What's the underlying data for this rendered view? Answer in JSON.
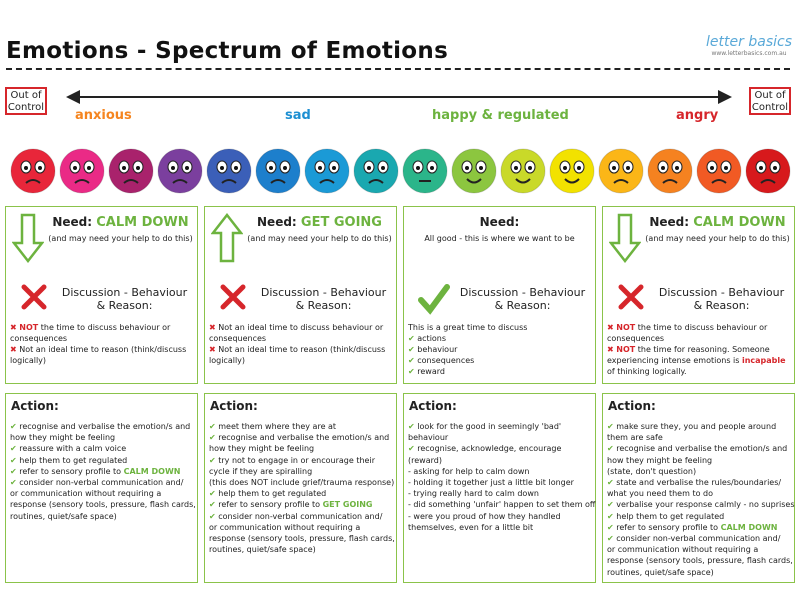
{
  "header": {
    "title": "Emotions - Spectrum of Emotions",
    "brand": "letter basics",
    "brand_url": "www.letterbasics.com.au"
  },
  "spectrum": {
    "left_label_1": "Out of",
    "left_label_2": "Control",
    "right_label_1": "Out of",
    "right_label_2": "Control",
    "emotions": [
      {
        "label": "anxious",
        "color": "#f5851f"
      },
      {
        "label": "sad",
        "color": "#1d8fd2"
      },
      {
        "label": "happy & regulated",
        "color": "#6db33f"
      },
      {
        "label": "angry",
        "color": "#d6262b"
      }
    ]
  },
  "face_colors": [
    "#e8263a",
    "#ea2a86",
    "#a9226c",
    "#7b3f9e",
    "#3b5fb8",
    "#1d7fcc",
    "#1b9ad6",
    "#1aa8b0",
    "#2bb58a",
    "#8cc63f",
    "#c9d929",
    "#f2e200",
    "#fbb617",
    "#f58220",
    "#f15a24",
    "#d7191c"
  ],
  "boxes": [
    {
      "need_label": "Need:",
      "need_keyword": "CALM DOWN",
      "need_sub": "(and may need your help to do this)",
      "disc_1": "Discussion - Behaviour",
      "disc_2": "& Reason:",
      "disc_lines": [
        {
          "strong": "NOT",
          "text": " the time to discuss behaviour or"
        },
        {
          "text": "consequences",
          "indent": true
        },
        {
          "text": "Not an ideal time to reason (think/discuss"
        },
        {
          "text": "logically)",
          "indent": true
        }
      ],
      "action_title": "Action:",
      "actions": [
        {
          "text": "recognise and verbalise the emotion/s and",
          "mark": true
        },
        {
          "text": "how they might be feeling"
        },
        {
          "text": "reassure with a calm voice",
          "mark": true
        },
        {
          "text": "help them to get regulated",
          "mark": true
        },
        {
          "text": "refer to sensory profile to ",
          "kw": "CALM DOWN",
          "mark": true
        },
        {
          "text": "consider non-verbal communication and/",
          "mark": true
        },
        {
          "text": "or communication without requiring a"
        },
        {
          "text": "response (sensory tools, pressure, flash cards,"
        },
        {
          "text": "routines, quiet/safe space)"
        }
      ]
    },
    {
      "need_label": "Need:",
      "need_keyword": "GET GOING",
      "need_sub": "(and may need your help to do this)",
      "disc_1": "Discussion - Behaviour",
      "disc_2": "& Reason:",
      "disc_lines": [
        {
          "text": "Not an ideal time to discuss behaviour or"
        },
        {
          "text": "consequences",
          "indent": true
        },
        {
          "text": "Not an ideal time to reason (think/discuss"
        },
        {
          "text": "logically)",
          "indent": true
        }
      ],
      "action_title": "Action:",
      "actions": [
        {
          "text": "meet them where they are at",
          "mark": true
        },
        {
          "text": "recognise and verbalise the emotion/s and",
          "mark": true
        },
        {
          "text": "how they might be feeling"
        },
        {
          "text": "try not to engage in or encourage their",
          "mark": true
        },
        {
          "text": "cycle if they are spiralling"
        },
        {
          "text": "(this does NOT include grief/trauma response)"
        },
        {
          "text": "help them to get regulated",
          "mark": true
        },
        {
          "text": "refer to sensory profile to ",
          "kw": "GET GOING",
          "mark": true
        },
        {
          "text": "consider non-verbal communication and/",
          "mark": true
        },
        {
          "text": "or communication without requiring a"
        },
        {
          "text": "response (sensory tools, pressure, flash cards,"
        },
        {
          "text": "routines, quiet/safe space)"
        }
      ]
    },
    {
      "need_label": "Need:",
      "need_sub": "All good - this is where we want to be",
      "disc_1": "Discussion - Behaviour",
      "disc_2": "& Reason:",
      "disc_lines": [
        {
          "text": "This is a great time to discuss"
        },
        {
          "text": "actions",
          "mark": true
        },
        {
          "text": "behaviour",
          "mark": true
        },
        {
          "text": "consequences",
          "mark": true
        },
        {
          "text": "reward",
          "mark": true
        }
      ],
      "action_title": "Action:",
      "actions": [
        {
          "text": "look for the good in seemingly 'bad'",
          "mark": true
        },
        {
          "text": "behaviour"
        },
        {
          "text": "recognise, acknowledge, encourage",
          "mark": true
        },
        {
          "text": "(reward)"
        },
        {
          "text": "- asking for help to calm down"
        },
        {
          "text": "- holding it together just a little bit longer"
        },
        {
          "text": "- trying really hard to calm down"
        },
        {
          "text": "- did something 'unfair' happen to set them off"
        },
        {
          "text": "- were you proud of how they handled"
        },
        {
          "text": "themselves, even for a little bit"
        }
      ]
    },
    {
      "need_label": "Need:",
      "need_keyword": "CALM DOWN",
      "need_sub": "(and may need your help to do this)",
      "disc_1": "Discussion - Behaviour",
      "disc_2": "& Reason:",
      "disc_lines": [
        {
          "strong": "NOT",
          "text": " the time to discuss behaviour or"
        },
        {
          "text": "consequences",
          "indent": true
        },
        {
          "strong": "NOT",
          "text": " the time for reasoning. Someone"
        },
        {
          "text": "experiencing intense emotions is ",
          "tail": "incapable"
        },
        {
          "text": "of thinking logically."
        }
      ],
      "action_title": "Action:",
      "actions": [
        {
          "text": "make sure they, you and people around",
          "mark": true
        },
        {
          "text": "them are safe"
        },
        {
          "text": "recognise and verbalise the emotion/s and",
          "mark": true
        },
        {
          "text": "how they might be feeling"
        },
        {
          "text": "(state, don't question)"
        },
        {
          "text": "state and verbalise the rules/boundaries/",
          "mark": true
        },
        {
          "text": "what you need them to do"
        },
        {
          "text": "verbalise your response calmly - no suprises",
          "mark": true
        },
        {
          "text": "help them to get regulated",
          "mark": true
        },
        {
          "text": "refer to sensory profile to ",
          "kw": "CALM DOWN",
          "mark": true
        },
        {
          "text": "consider non-verbal communication and/",
          "mark": true
        },
        {
          "text": "or communication without requiring a"
        },
        {
          "text": "response (sensory tools, pressure, flash cards,"
        },
        {
          "text": "routines, quiet/safe space)"
        }
      ]
    }
  ]
}
